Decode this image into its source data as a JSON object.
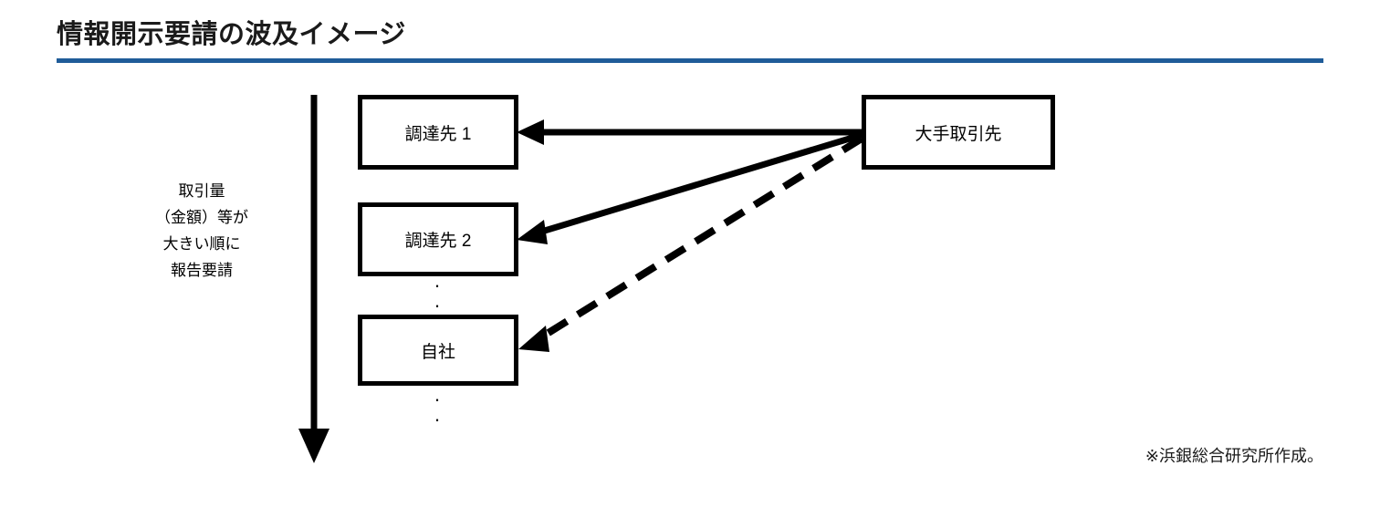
{
  "slide": {
    "title": "情報開示要請の波及イメージ",
    "accent_color": "#1F5C99",
    "background_color": "#FFFFFF",
    "footnote": "※浜銀総合研究所作成。"
  },
  "axis": {
    "direction": "down",
    "caption_lines": [
      "取引量",
      "（金額）等が",
      "大きい順に",
      "報告要請"
    ]
  },
  "diagram": {
    "type": "flow",
    "nodes": [
      {
        "id": "supplier1",
        "label": "調達先 1"
      },
      {
        "id": "supplier2",
        "label": "調達先 2"
      },
      {
        "id": "self",
        "label": "自社"
      },
      {
        "id": "major",
        "label": "大手取引先"
      }
    ],
    "edges": [
      {
        "from": "major",
        "to": "supplier1",
        "style": "solid",
        "arrow": "end"
      },
      {
        "from": "major",
        "to": "supplier2",
        "style": "solid",
        "arrow": "end"
      },
      {
        "from": "major",
        "to": "self",
        "style": "dashed",
        "arrow": "end"
      }
    ],
    "ellipsis_marks": [
      {
        "id": "between-supplier2-and-self",
        "dots": [
          "·",
          "·"
        ]
      },
      {
        "id": "below-self",
        "dots": [
          "·",
          "·"
        ]
      }
    ]
  }
}
